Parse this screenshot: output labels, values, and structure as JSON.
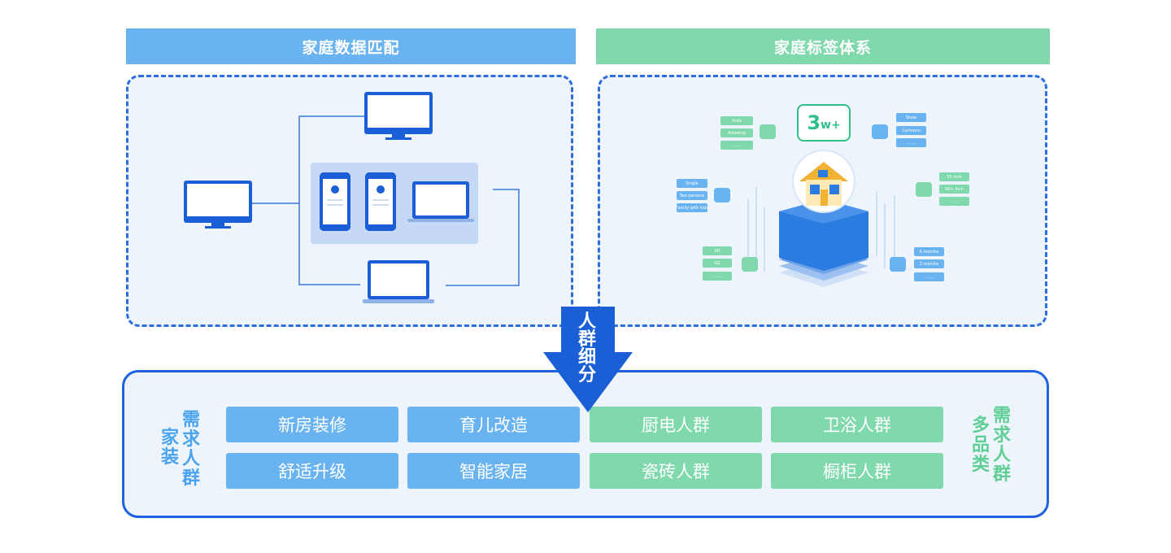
{
  "headers": {
    "left": "家庭数据匹配",
    "right": "家庭标签体系"
  },
  "arrow_label": [
    "人",
    "群",
    "细",
    "分"
  ],
  "left_side_label": {
    "col_right": [
      "需",
      "求",
      "人",
      "群"
    ],
    "col_left": [
      "家",
      "装"
    ]
  },
  "right_side_label": {
    "col_left": [
      "多",
      "品",
      "类"
    ],
    "col_right": [
      "需",
      "求",
      "人",
      "群"
    ]
  },
  "tiles": {
    "row1": [
      "新房装修",
      "育儿改造",
      "厨电人群",
      "卫浴人群"
    ],
    "row2": [
      "舒适升级",
      "智能家居",
      "瓷砖人群",
      "橱柜人群"
    ]
  },
  "bubble": {
    "number": "3",
    "unit": "w+"
  },
  "tag_groups": {
    "top_left": [
      "Auto",
      "Amazing",
      "... ..."
    ],
    "mid_left": [
      "Single",
      "Two persons",
      "Family with kids"
    ],
    "bottom_left": [
      "SH",
      "GZ",
      "... ..."
    ],
    "top_right": [
      "Show",
      "Cartoons",
      "... ..."
    ],
    "mid_right": [
      "55 inch",
      "60+ inch",
      "... ..."
    ],
    "bottom_right": [
      "6 months",
      "2 months",
      "... ..."
    ]
  },
  "colors": {
    "blue_header": "#6ab3f1",
    "green_header": "#7fd9ac",
    "border_blue": "#1e62e2",
    "cube_blue": "#2b7ce0"
  }
}
